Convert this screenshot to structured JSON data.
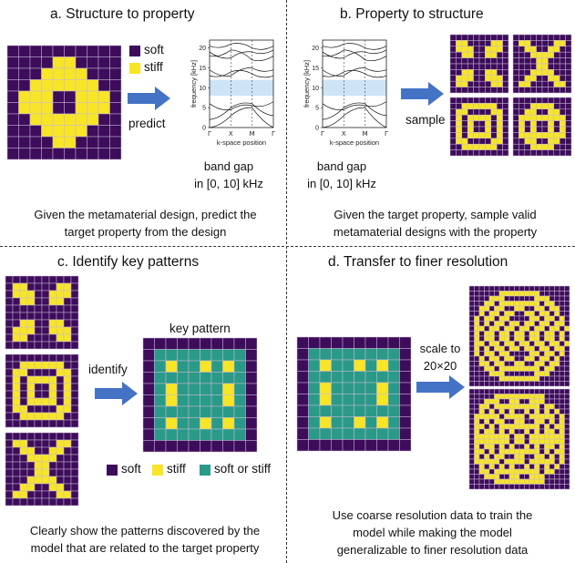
{
  "colors": {
    "soft": "#3d0c5a",
    "stiff": "#f7e526",
    "either": "#2a9a88",
    "arrow": "#4472c4",
    "band": "#cde4f6"
  },
  "panel_a": {
    "title": "a. Structure to property",
    "legend_soft": "soft",
    "legend_stiff": "stiff",
    "arrow_label": "predict",
    "band_gap_line1": "band gap",
    "band_gap_line2": "in  [0, 10] kHz",
    "caption_line1": "Given the metamaterial design, predict the",
    "caption_line2": "target property from the design"
  },
  "panel_b": {
    "title": "b. Property to structure",
    "arrow_label": "sample",
    "band_gap_line1": "band gap",
    "band_gap_line2": "in  [0, 10] kHz",
    "caption_line1": "Given the target property, sample valid",
    "caption_line2": "metamaterial designs with the property"
  },
  "panel_c": {
    "title": "c. Identify key patterns",
    "arrow_label": "identify",
    "key_pattern_label": "key pattern",
    "legend_soft": "soft",
    "legend_stiff": "stiff",
    "legend_either": "soft or stiff",
    "caption_line1": "Clearly show the patterns discovered by the",
    "caption_line2": "model that are related to the target property"
  },
  "panel_d": {
    "title": "d. Transfer to finer resolution",
    "arrow_label_line1": "scale to",
    "arrow_label_line2": "20×20",
    "caption_line1": "Use coarse resolution data to train the",
    "caption_line2": "model while making the model",
    "caption_line3": "generalizable to finer resolution data"
  },
  "band_chart": {
    "ylabel": "frequency [kHz]",
    "xlabel": "k-space position",
    "x_ticks": [
      "Γ",
      "X",
      "M",
      "Γ"
    ],
    "y_ticks": [
      "0",
      "5",
      "10",
      "15",
      "20"
    ],
    "ylim": [
      0,
      22
    ],
    "band_gap": [
      8,
      12
    ]
  },
  "grids": {
    "a_main": [
      "0000000000",
      "0000110000",
      "0001111000",
      "0011111100",
      "0111001110",
      "0111001110",
      "0011111100",
      "0001111000",
      "0000110000",
      "0000000000"
    ],
    "b1": [
      "0000000000",
      "0110000110",
      "0111001110",
      "0011001100",
      "0000000000",
      "0000000000",
      "0011001100",
      "0111001110",
      "0110000110",
      "0000000000"
    ],
    "b2": [
      "0000000000",
      "0110000110",
      "0011001100",
      "0001111000",
      "0000110000",
      "0000110000",
      "0001111000",
      "0011001100",
      "0110000110",
      "0000000000"
    ],
    "b3": [
      "0000000000",
      "0011111100",
      "0110000110",
      "0101111010",
      "0101001010",
      "0101001010",
      "0101111010",
      "0110000110",
      "0011111100",
      "0000000000"
    ],
    "b4": [
      "0000000000",
      "0001111000",
      "0011001100",
      "0111111110",
      "0101001010",
      "0101001010",
      "0111111110",
      "0011001100",
      "0001111000",
      "0000000000"
    ],
    "c1": [
      "0000000000",
      "0110000110",
      "0111001110",
      "0011001100",
      "0000000000",
      "0000000000",
      "0011001100",
      "0111001110",
      "0110000110",
      "0000000000"
    ],
    "c2": [
      "0000000000",
      "0011111100",
      "0110000110",
      "0101111010",
      "0101001010",
      "0101001010",
      "0101111010",
      "0110000110",
      "0011111100",
      "0000000000"
    ],
    "c3": [
      "0000000000",
      "0110000110",
      "0011001100",
      "0001111000",
      "0000110000",
      "0000110000",
      "0001111000",
      "0011001100",
      "0110000110",
      "0000000000"
    ],
    "key": [
      "0000000000",
      "0222222220",
      "0212212120",
      "0222222220",
      "0212222120",
      "0212222120",
      "0222222220",
      "0212212120",
      "0222222220",
      "0000000000"
    ],
    "d_main": [
      "0000000000",
      "0222222220",
      "0212212120",
      "0222222220",
      "0212222120",
      "0212222120",
      "0222222220",
      "0212212120",
      "0222222220",
      "0000000000"
    ],
    "d1": [
      "00000000000000000000",
      "00000011111111000000",
      "00001110000001110000",
      "00011011111111011000",
      "00110110011001101100",
      "00101101100110110100",
      "01011011000011011010",
      "01010110110110110110",
      "01101101101101101101",
      "01011011011011011010",
      "01011011011011011010",
      "01101101101101101101",
      "01010110110110110110",
      "01011011000011011010",
      "00101101100110110100",
      "00110110011001101100",
      "00011011111111011000",
      "00001110000001110000",
      "00000011111111000000",
      "00000000000000000000"
    ],
    "d2": [
      "00000000000000000000",
      "00000111111111100000",
      "00011100110011100000",
      "00110111111111011000",
      "00101010100101010100",
      "01111101111011111010",
      "01010110011001101010",
      "01101011111111010110",
      "01011010100101011010",
      "01111111011011111110",
      "01111111011011111110",
      "01011010100101011010",
      "01101011111111010110",
      "01010110011001101010",
      "01111101111011111010",
      "00101010100101010100",
      "00110111111111011000",
      "00011100110011100000",
      "00000111111111100000",
      "00000000000000000000"
    ]
  }
}
